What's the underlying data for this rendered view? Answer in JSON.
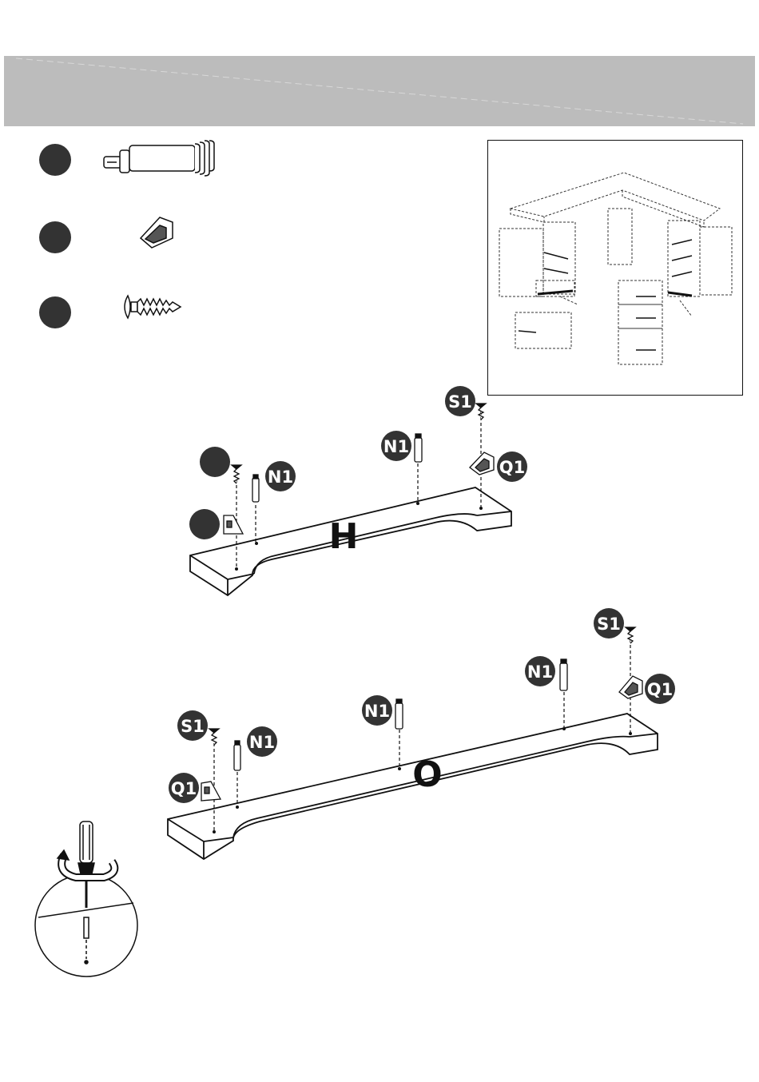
{
  "step": {
    "title": ""
  },
  "parts": [
    {
      "icon": "cam-bolt-icon",
      "label": ""
    },
    {
      "icon": "corner-bracket-icon",
      "label": ""
    },
    {
      "icon": "screw-icon",
      "label": ""
    }
  ],
  "panels": {
    "top_panel_letter": "H",
    "bottom_panel_letter": "O"
  },
  "callouts": {
    "n1": "N1",
    "q1": "Q1",
    "s1": "S1"
  },
  "colors": {
    "header_band": "#bcbcbc",
    "badge_fill": "#333333",
    "badge_text": "#ffffff"
  }
}
